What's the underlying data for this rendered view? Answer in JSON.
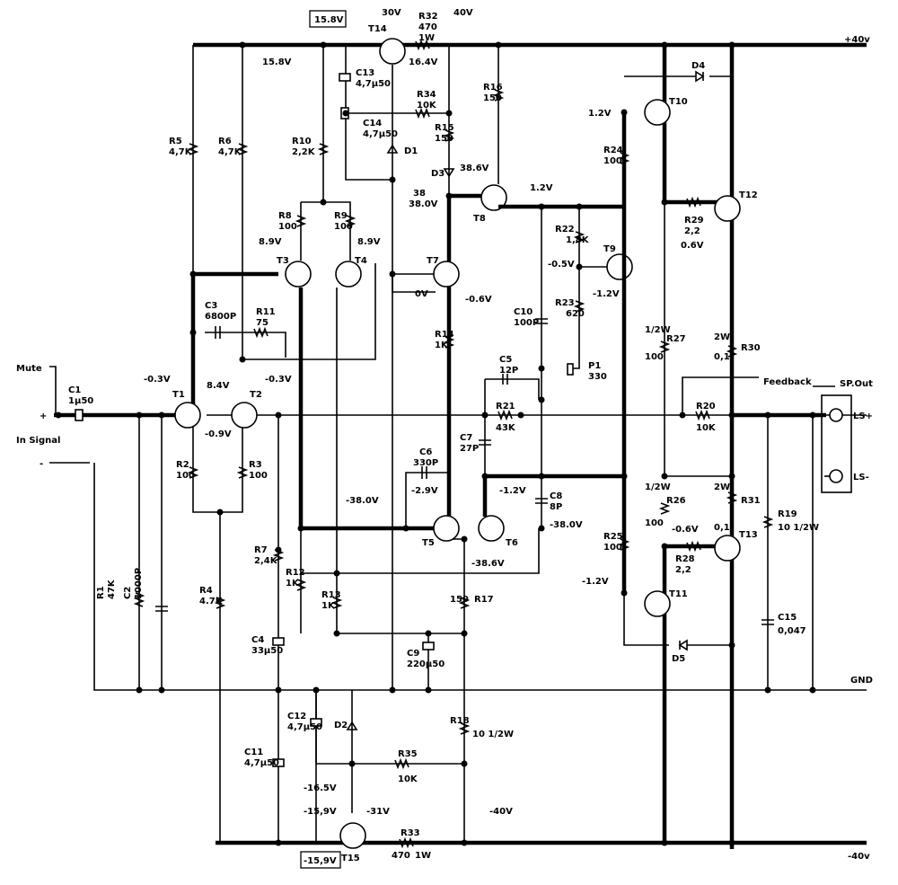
{
  "rails": {
    "pos": "+40v",
    "gnd": "GND",
    "neg": "-40v"
  },
  "boxes": {
    "top": "15.8V",
    "bottom": "-15,9V"
  },
  "io": {
    "mute": "Mute",
    "in_signal": "In Signal",
    "plus": "+",
    "minus": "-",
    "feedback": "Feedback",
    "sp_out": "SP.Out",
    "ls_plus": "LS+",
    "ls_minus": "LS-"
  },
  "transistors": [
    "T1",
    "T2",
    "T3",
    "T4",
    "T5",
    "T6",
    "T7",
    "T8",
    "T9",
    "T10",
    "T11",
    "T12",
    "T13",
    "T14",
    "T15"
  ],
  "diodes": [
    "D1",
    "D2",
    "D3",
    "D4",
    "D5"
  ],
  "components": {
    "c1": [
      "C1",
      "1μ50"
    ],
    "r1": [
      "R1",
      "47K"
    ],
    "c2": [
      "C2",
      "1000P"
    ],
    "r2": [
      "R2",
      "100"
    ],
    "r3": [
      "R3",
      "100"
    ],
    "r4": [
      "R4",
      "4.7K"
    ],
    "r5": [
      "R5",
      "4,7K"
    ],
    "r6": [
      "R6",
      "4,7K"
    ],
    "c3": [
      "C3",
      "6800P"
    ],
    "r11": [
      "R11",
      "75"
    ],
    "r7": [
      "R7",
      "2,4K"
    ],
    "c4": [
      "C4",
      "33μ50"
    ],
    "r8": [
      "R8",
      "100"
    ],
    "r9": [
      "R9",
      "100"
    ],
    "r10": [
      "R10",
      "2,2K"
    ],
    "r12": [
      "R12",
      "1K"
    ],
    "r13": [
      "R13",
      "1K"
    ],
    "c13": [
      "C13",
      "4,7μ50"
    ],
    "c14": [
      "C14",
      "4,7μ50"
    ],
    "r32": [
      "R32",
      "470",
      "1W"
    ],
    "r34": [
      "R34",
      "10K"
    ],
    "r15": [
      "R15",
      "150"
    ],
    "r16": [
      "R16",
      "150"
    ],
    "r14": [
      "R14",
      "1K"
    ],
    "c6": [
      "C6",
      "330P"
    ],
    "c9": [
      "C9",
      "220μ50"
    ],
    "r17": [
      "R17",
      "150"
    ],
    "r18": [
      "R18",
      "10 1/2W"
    ],
    "c12": [
      "C12",
      "4,7μ50"
    ],
    "r35": [
      "R35",
      "10K"
    ],
    "c11": [
      "C11",
      "4,7μ50"
    ],
    "r33": [
      "R33",
      "470",
      "1W"
    ],
    "c5": [
      "C5",
      "12P"
    ],
    "r21": [
      "R21",
      "43K"
    ],
    "c7": [
      "C7",
      "27P"
    ],
    "c10": [
      "C10",
      "100P"
    ],
    "r22": [
      "R22",
      "1,8K"
    ],
    "r23": [
      "R23",
      "620"
    ],
    "p1": [
      "P1",
      "330"
    ],
    "c8": [
      "C8",
      "8P"
    ],
    "r24": [
      "R24",
      "100"
    ],
    "r25": [
      "R25",
      "100"
    ],
    "r27": [
      "R27",
      "100",
      "1/2W"
    ],
    "r26": [
      "R26",
      "100",
      "1/2W"
    ],
    "r29": [
      "R29",
      "2,2"
    ],
    "r28": [
      "R28",
      "2,2"
    ],
    "r30": [
      "R30",
      "0,1",
      "2W"
    ],
    "r31": [
      "R31",
      "0,1",
      "2W"
    ],
    "r20": [
      "R20",
      "10K"
    ],
    "r19": [
      "R19",
      "10 1/2W"
    ],
    "c15": [
      "C15",
      "0,047"
    ]
  },
  "voltages": {
    "v_minus03a": "-0.3V",
    "v_minus03b": "-0.3V",
    "v_84": "8.4V",
    "v_minus09": "-0.9V",
    "v_89a": "8.9V",
    "v_89b": "8.9V",
    "v_158": "15.8V",
    "v_30": "30V",
    "v_40": "40V",
    "v_164": "16.4V",
    "v_386": "38.6V",
    "v_380": "38.0V",
    "v_380s": "38",
    "v_12a": "1.2V",
    "v_12b": "1.2V",
    "v_0": "0V",
    "v_minus06a": "-0.6V",
    "v_minus05": "-0.5V",
    "v_minus12a": "-1.2V",
    "v_06": "0.6V",
    "v_minus29": "-2.9V",
    "v_minus12b": "-1.2V",
    "v_minus380a": "-38.0V",
    "v_minus380b": "-38.0V",
    "v_minus386": "-38.6V",
    "v_minus06b": "-0.6V",
    "v_minus12c": "-1.2V",
    "v_minus165": "-16.5V",
    "v_minus159": "-15,9V",
    "v_minus31": "-31V",
    "v_minus40": "-40V"
  }
}
